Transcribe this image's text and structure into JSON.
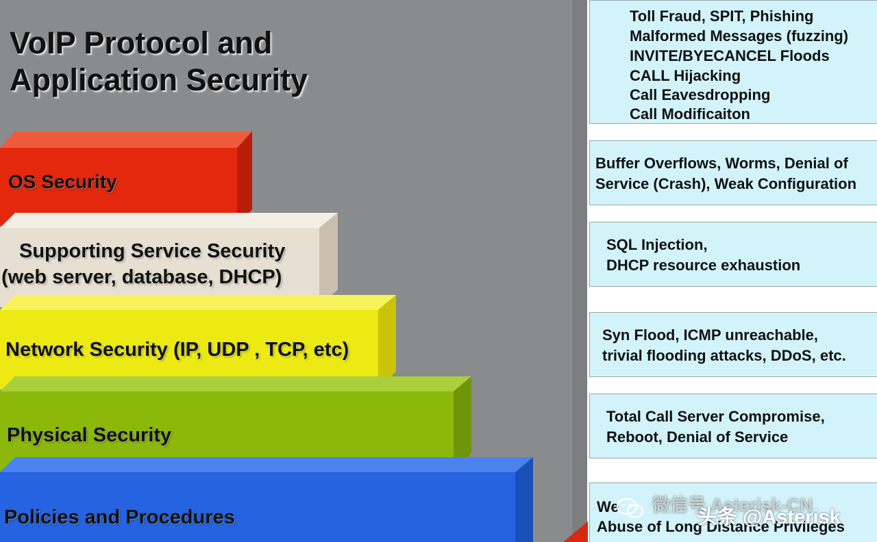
{
  "title": {
    "line1": "VoIP Protocol and",
    "line2": "Application Security"
  },
  "layers": [
    {
      "label": "OS Security",
      "color": "#e3280e",
      "top_color": "#f05a3c",
      "side_color": "#b81d08"
    },
    {
      "label_line1": "Supporting Service Security",
      "label_line2": "(web server, database, DHCP)",
      "color": "#e6dfd2",
      "top_color": "#f4efe6",
      "side_color": "#c9c0b0"
    },
    {
      "label": "Network Security (IP, UDP , TCP, etc)",
      "color": "#ecea12",
      "top_color": "#f6f45a",
      "side_color": "#c9c40a"
    },
    {
      "label": "Physical Security",
      "color": "#8cb80c",
      "top_color": "#a9cf3a",
      "side_color": "#6f950a"
    },
    {
      "label": "Policies and Procedures",
      "color": "#2563e0",
      "top_color": "#4b82ee",
      "side_color": "#1b4fb8"
    }
  ],
  "threats": [
    {
      "lines": [
        "Toll Fraud, SPIT, Phishing",
        "Malformed Messages (fuzzing)",
        "INVITE/BYECANCEL Floods",
        "CALL Hijacking",
        "Call Eavesdropping",
        "Call Modificaiton"
      ]
    },
    {
      "lines": [
        "Buffer Overflows, Worms, Denial of",
        "Service (Crash), Weak Configuration"
      ]
    },
    {
      "lines": [
        "SQL Injection,",
        "DHCP resource exhaustion"
      ]
    },
    {
      "lines": [
        "Syn Flood, ICMP unreachable,",
        "trivial flooding attacks, DDoS, etc."
      ]
    },
    {
      "lines": [
        "Total Call Server Compromise,",
        "Reboot, Denial of Service"
      ]
    },
    {
      "lines": [
        "We",
        "Abuse of Long Distance Privileges"
      ]
    }
  ],
  "watermark": {
    "text1": "微信号 Asterisk-CN",
    "text2": "头条 @Asterisk"
  },
  "colors": {
    "background": "#8a8b8d",
    "threat_box": "#d2f3f9"
  }
}
